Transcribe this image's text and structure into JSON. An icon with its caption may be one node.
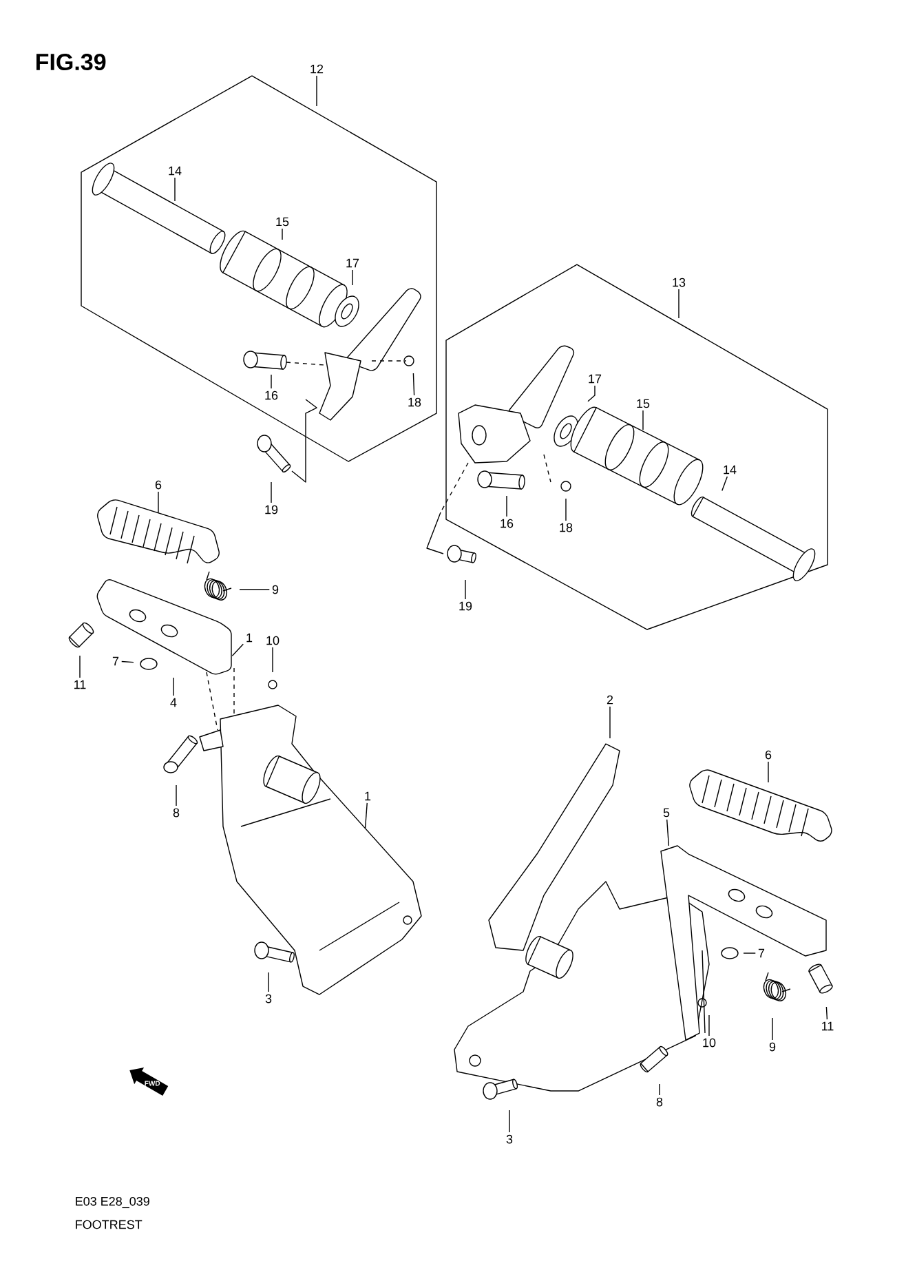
{
  "diagram": {
    "title": "FIG.39",
    "nodes": [
      {
        "text": [
          "12"
        ]
      },
      {
        "text": [
          "14"
        ]
      },
      {
        "text": [
          "15"
        ]
      },
      {
        "text": [
          "17"
        ]
      },
      {
        "text": [
          "13"
        ]
      },
      {
        "text": [
          "16"
        ]
      },
      {
        "text": [
          "18"
        ]
      },
      {
        "text": [
          "17"
        ]
      },
      {
        "text": [
          "15"
        ]
      },
      {
        "text": [
          "14"
        ]
      },
      {
        "text": [
          "19"
        ]
      },
      {
        "text": [
          "6"
        ]
      },
      {
        "text": [
          "16"
        ]
      },
      {
        "text": [
          "18"
        ]
      },
      {
        "text": [
          "19"
        ]
      },
      {
        "text": [
          "9"
        ]
      },
      {
        "text": [
          "1"
        ]
      },
      {
        "text": [
          "10"
        ]
      },
      {
        "text": [
          "7"
        ]
      },
      {
        "text": [
          "11"
        ]
      },
      {
        "text": [
          "4"
        ]
      },
      {
        "text": [
          "2"
        ]
      },
      {
        "text": [
          "6"
        ]
      },
      {
        "text": [
          "1"
        ]
      },
      {
        "text": [
          "5"
        ]
      },
      {
        "text": [
          "8"
        ]
      },
      {
        "text": [
          "7"
        ]
      },
      {
        "text": [
          "3"
        ]
      },
      {
        "text": [
          "10"
        ]
      },
      {
        "text": [
          "9"
        ]
      },
      {
        "text": [
          "11"
        ]
      },
      {
        "text": [
          "8"
        ]
      },
      {
        "text": [
          "3"
        ]
      }
    ],
    "edges": [
      {
        "from": 0,
        "to": null,
        "arrow": "none"
      },
      {
        "from": 1,
        "to": null,
        "arrow": "none"
      },
      {
        "from": 2,
        "to": null,
        "arrow": "none"
      },
      {
        "from": 3,
        "to": null,
        "arrow": "none"
      },
      {
        "from": 4,
        "to": null,
        "arrow": "none"
      },
      {
        "from": 5,
        "to": null,
        "arrow": "none"
      },
      {
        "from": 6,
        "to": null,
        "arrow": "none"
      },
      {
        "from": 7,
        "to": null,
        "arrow": "none"
      },
      {
        "from": 8,
        "to": null,
        "arrow": "none"
      },
      {
        "from": 9,
        "to": null,
        "arrow": "none"
      },
      {
        "from": 10,
        "to": null,
        "arrow": "none"
      },
      {
        "from": 11,
        "to": null,
        "arrow": "none"
      },
      {
        "from": 12,
        "to": null,
        "arrow": "none"
      },
      {
        "from": 13,
        "to": null,
        "arrow": "none"
      },
      {
        "from": 14,
        "to": null,
        "arrow": "none"
      },
      {
        "from": 15,
        "to": null,
        "arrow": "none"
      },
      {
        "from": 16,
        "to": null,
        "arrow": "none"
      },
      {
        "from": 17,
        "to": null,
        "arrow": "none"
      },
      {
        "from": 18,
        "to": null,
        "arrow": "none"
      },
      {
        "from": 19,
        "to": null,
        "arrow": "none"
      },
      {
        "from": 20,
        "to": null,
        "arrow": "none"
      },
      {
        "from": 21,
        "to": null,
        "arrow": "none"
      },
      {
        "from": 22,
        "to": null,
        "arrow": "none"
      },
      {
        "from": 23,
        "to": null,
        "arrow": "none"
      },
      {
        "from": 24,
        "to": null,
        "arrow": "none"
      },
      {
        "from": 25,
        "to": null,
        "arrow": "none"
      },
      {
        "from": 26,
        "to": null,
        "arrow": "none"
      },
      {
        "from": 27,
        "to": null,
        "arrow": "none"
      },
      {
        "from": 28,
        "to": null,
        "arrow": "none"
      },
      {
        "from": 29,
        "to": null,
        "arrow": "none"
      },
      {
        "from": 30,
        "to": null,
        "arrow": "none"
      },
      {
        "from": 31,
        "to": null,
        "arrow": "none"
      },
      {
        "from": 32,
        "to": null,
        "arrow": "none"
      }
    ],
    "labels": [
      "FWD",
      "E03 E28_039",
      "FOOTREST"
    ]
  }
}
